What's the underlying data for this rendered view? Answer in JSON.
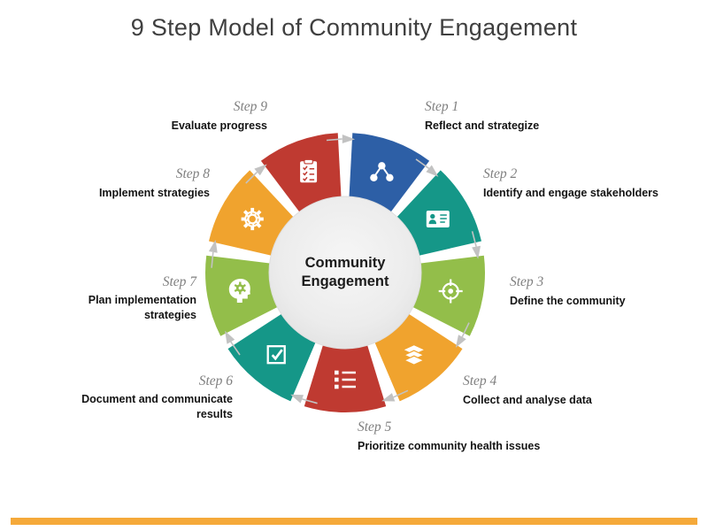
{
  "slide": {
    "title": "9 Step Model of Community Engagement"
  },
  "center": {
    "label": "Community Engagement"
  },
  "diagram": {
    "arrow_color": "#c2c2c2",
    "center_circle_color": "#ececec"
  },
  "footer": {
    "accent_color": "#f5a93a"
  },
  "steps": [
    {
      "step_label": "Step 1",
      "description": "Reflect and strategize",
      "color": "#2d5fa6",
      "icon": "network-icon"
    },
    {
      "step_label": "Step 2",
      "description": "Identify and engage stakeholders",
      "color": "#159788",
      "icon": "id-card-icon"
    },
    {
      "step_label": "Step 3",
      "description": "Define the community",
      "color": "#93be4a",
      "icon": "target-icon"
    },
    {
      "step_label": "Step 4",
      "description": "Collect and analyse data",
      "color": "#f0a32e",
      "icon": "layers-icon"
    },
    {
      "step_label": "Step 5",
      "description": "Prioritize community health issues",
      "color": "#bf3a31",
      "icon": "list-icon"
    },
    {
      "step_label": "Step 6",
      "description": "Document and communicate results",
      "color": "#159788",
      "icon": "checkbox-icon"
    },
    {
      "step_label": "Step 7",
      "description": "Plan implementation strategies",
      "color": "#93be4a",
      "icon": "head-gear-icon"
    },
    {
      "step_label": "Step 8",
      "description": "Implement strategies",
      "color": "#f0a32e",
      "icon": "gear-icon"
    },
    {
      "step_label": "Step 9",
      "description": "Evaluate progress",
      "color": "#bf3a31",
      "icon": "clipboard-icon"
    }
  ]
}
